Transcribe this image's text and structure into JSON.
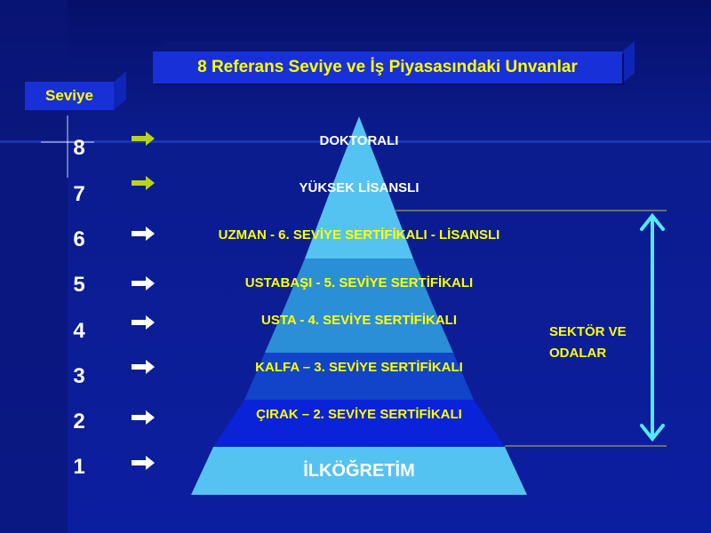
{
  "title": "8 Referans Seviye ve İş Piyasasındaki Unvanlar",
  "level_header": "Seviye",
  "levels": [
    {
      "num": "8",
      "label": "DOKTORALI",
      "arrow_color": "#b8d41a"
    },
    {
      "num": "7",
      "label": "YÜKSEK LİSANSLI",
      "arrow_color": "#b8d41a"
    },
    {
      "num": "6",
      "label": "UZMAN -  6. SEVİYE SERTİFİKALI - LİSANSLI",
      "arrow_color": "#ffffff"
    },
    {
      "num": "5",
      "label": "USTABAŞI - 5. SEVİYE SERTİFİKALI",
      "arrow_color": "#ffffff"
    },
    {
      "num": "4",
      "label": "USTA - 4. SEVİYE SERTİFİKALI",
      "arrow_color": "#ffffff"
    },
    {
      "num": "3",
      "label": "KALFA – 3. SEVİYE SERTİFİKALI",
      "arrow_color": "#ffffff"
    },
    {
      "num": "2",
      "label": "ÇIRAK – 2. SEVİYE SERTİFİKALI",
      "arrow_color": "#ffffff"
    },
    {
      "num": "1",
      "label": "İLKÖĞRETİM",
      "arrow_color": "#ffffff"
    }
  ],
  "side_note": {
    "line1": "SEKTÖR VE",
    "line2": "ODALAR"
  },
  "colors": {
    "background": "#0a1a8c",
    "title_box": "#1830d8",
    "title_text": "#ffff00",
    "pyramid_light": "#55c3f2",
    "pyramid_mid": "#2a8fd6",
    "pyramid_dark": "#1144c8",
    "pyramid_deep": "#0a22d8",
    "label_text": "#ffff00",
    "bracket": "#55e8f5"
  }
}
